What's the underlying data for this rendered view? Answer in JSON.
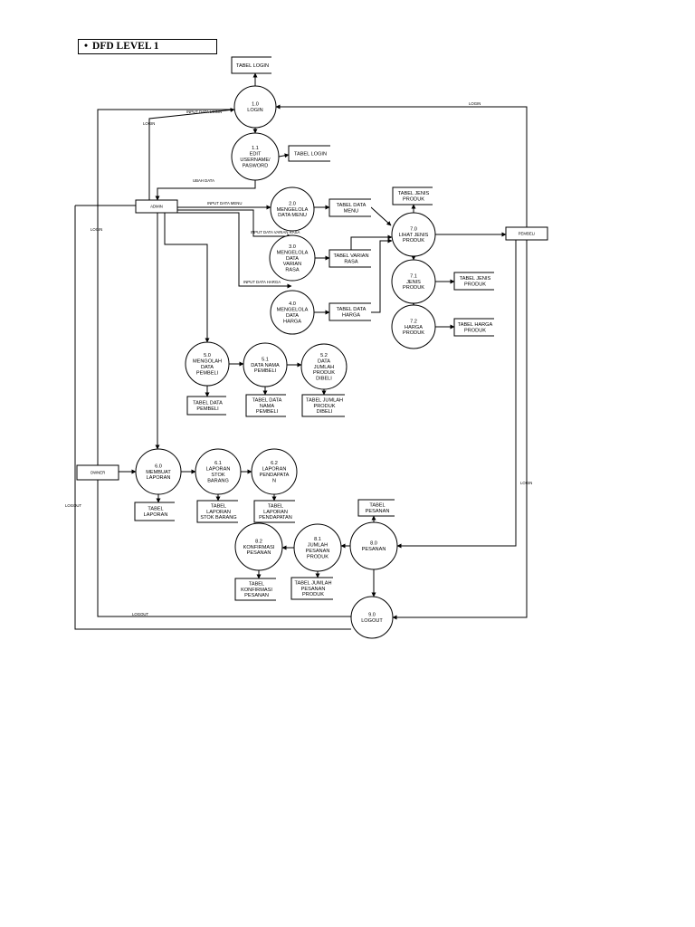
{
  "title": {
    "bullet": "•",
    "text": "DFD LEVEL 1"
  },
  "entities": [
    {
      "id": "admin",
      "label": "ADMIN"
    },
    {
      "id": "owner",
      "label": "OWNER"
    },
    {
      "id": "pembeli",
      "label": "PEMBELI"
    }
  ],
  "processes": [
    {
      "id": "p1_0",
      "lines": [
        "1.0",
        "LOGIN"
      ]
    },
    {
      "id": "p1_1",
      "lines": [
        "1.1",
        "EDIT",
        "USERNAME/",
        "PASWORD"
      ]
    },
    {
      "id": "p2_0",
      "lines": [
        "2.0",
        "MENGELOLA",
        "DATA MENU"
      ]
    },
    {
      "id": "p3_0",
      "lines": [
        "3.0",
        "MENGELOLA",
        "DATA",
        "VARIAN",
        "RASA"
      ]
    },
    {
      "id": "p4_0",
      "lines": [
        "4.0",
        "MENGELOLA",
        "DATA",
        "HARGA"
      ]
    },
    {
      "id": "p5_0",
      "lines": [
        "5.0",
        "MENGOLAH",
        "DATA",
        "PEMBELI"
      ]
    },
    {
      "id": "p5_1",
      "lines": [
        "5.1",
        "DATA NAMA",
        "PEMBELI"
      ]
    },
    {
      "id": "p5_2",
      "lines": [
        "5.2",
        "DATA",
        "JUMLAH",
        "PRODUK",
        "DIBELI"
      ]
    },
    {
      "id": "p6_0",
      "lines": [
        "6.0",
        "MEMBUAT",
        "LAPORAN"
      ]
    },
    {
      "id": "p6_1",
      "lines": [
        "6.1",
        "LAPORAN",
        "STOK",
        "BARANG"
      ]
    },
    {
      "id": "p6_2",
      "lines": [
        "6.2",
        "LAPORAN",
        "PENDAPATA",
        "N"
      ]
    },
    {
      "id": "p7_0",
      "lines": [
        "7.0",
        "LIHAT JENIS",
        "PRODUK"
      ]
    },
    {
      "id": "p7_1",
      "lines": [
        "7.1",
        "JENIS",
        "PRODUK"
      ]
    },
    {
      "id": "p7_2",
      "lines": [
        "7.2",
        "HARGA",
        "PRODUK"
      ]
    },
    {
      "id": "p8_0",
      "lines": [
        "8.0",
        "PESANAN"
      ]
    },
    {
      "id": "p8_1",
      "lines": [
        "8.1",
        "JUMLAH",
        "PESANAN",
        "PRODUK"
      ]
    },
    {
      "id": "p8_2",
      "lines": [
        "8.2",
        "KONFIRMASI",
        "PESANAN"
      ]
    },
    {
      "id": "p9_0",
      "lines": [
        "9.0",
        "LOGOUT"
      ]
    }
  ],
  "stores": [
    {
      "id": "s_login_1",
      "lines": [
        "TABEL LOGIN"
      ]
    },
    {
      "id": "s_login_2",
      "lines": [
        "TABEL LOGIN"
      ]
    },
    {
      "id": "s_menu",
      "lines": [
        "TABEL DATA",
        "MENU"
      ]
    },
    {
      "id": "s_varian",
      "lines": [
        "TABEL VARIAN",
        "RASA"
      ]
    },
    {
      "id": "s_harga",
      "lines": [
        "TABEL DATA",
        "HARGA"
      ]
    },
    {
      "id": "s_jenis_top",
      "lines": [
        "TABEL JENIS",
        "PRODUK"
      ]
    },
    {
      "id": "s_jenis",
      "lines": [
        "TABEL JENIS",
        "PRODUK"
      ]
    },
    {
      "id": "s_harga_produk",
      "lines": [
        "TABEL HARGA",
        "PRODUK"
      ]
    },
    {
      "id": "s_pembeli",
      "lines": [
        "TABEL DATA",
        "PEMBELI"
      ]
    },
    {
      "id": "s_nama_pembeli",
      "lines": [
        "TABEL DATA",
        "NAMA",
        "PEMBELI"
      ]
    },
    {
      "id": "s_jumlah_dibeli",
      "lines": [
        "TABEL JUMLAH",
        "PRODUK",
        "DIBELI"
      ]
    },
    {
      "id": "s_laporan",
      "lines": [
        "TABEL",
        "LAPORAN"
      ]
    },
    {
      "id": "s_stok",
      "lines": [
        "TABEL",
        "LAPORAN",
        "STOK BARANG"
      ]
    },
    {
      "id": "s_pendapatan",
      "lines": [
        "TABEL",
        "LAPORAN",
        "PENDAPATAN"
      ]
    },
    {
      "id": "s_pesanan",
      "lines": [
        "TABEL",
        "PESANAN"
      ]
    },
    {
      "id": "s_jumlah_pesanan",
      "lines": [
        "TABEL JUMLAH",
        "PESANAN",
        "PRODUK"
      ]
    },
    {
      "id": "s_konfirmasi",
      "lines": [
        "TABEL",
        "KONFIRMASI",
        "PESANAN"
      ]
    }
  ],
  "flow_labels": [
    {
      "id": "f_input_login",
      "text": "INPUT DATA LOGIN"
    },
    {
      "id": "f_login_admin",
      "text": "LOGIN"
    },
    {
      "id": "f_ubah_data",
      "text": "UBAH DATA"
    },
    {
      "id": "f_login_pembeli",
      "text": "LOGIN"
    },
    {
      "id": "f_input_menu",
      "text": "INPUT DATA MENU"
    },
    {
      "id": "f_input_varian",
      "text": "INPUT DATA VARIAN RASA"
    },
    {
      "id": "f_input_harga",
      "text": "INPUT DATA HARGA"
    },
    {
      "id": "f_login_owner",
      "text": "LOGIN"
    },
    {
      "id": "f_logout_owner",
      "text": "LOGOUT"
    },
    {
      "id": "f_login_right",
      "text": "LOGIN"
    },
    {
      "id": "f_logout_bottom",
      "text": "LOGOUT"
    }
  ]
}
